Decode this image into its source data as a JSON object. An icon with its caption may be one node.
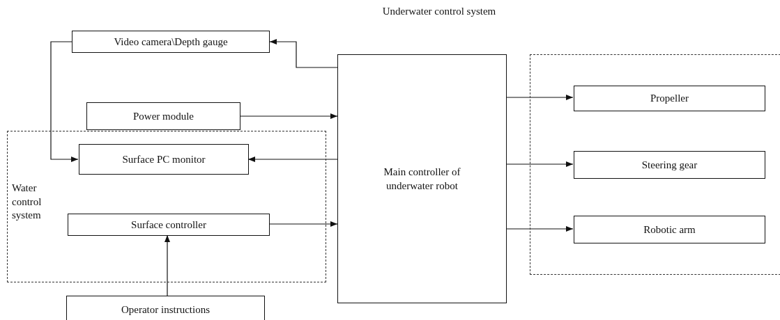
{
  "diagram": {
    "title": "Underwater control system",
    "nodes": [
      {
        "text": [
          "Video camera\\Depth gauge"
        ]
      },
      {
        "text": [
          "Power module"
        ]
      },
      {
        "text": [
          "Water control system"
        ]
      },
      {
        "text": [
          "Surface PC monitor"
        ],
        "in": 2
      },
      {
        "text": [
          "Surface controller"
        ],
        "in": 2
      },
      {
        "text": [
          "Operator instructions"
        ]
      },
      {
        "text": [
          "Main controller of underwater robot"
        ]
      },
      {
        "text": [],
        "shape": "box"
      },
      {
        "text": [
          "Propeller"
        ],
        "in": 7
      },
      {
        "text": [
          "Steering gear"
        ],
        "in": 7
      },
      {
        "text": [
          "Robotic arm"
        ],
        "in": 7
      }
    ],
    "edges": [
      {
        "from": 6,
        "to": 0,
        "arrow": "to"
      },
      {
        "from": 0,
        "to": 3,
        "arrow": "to"
      },
      {
        "from": 1,
        "to": 6,
        "arrow": "to"
      },
      {
        "from": 6,
        "to": 3,
        "arrow": "to"
      },
      {
        "from": 4,
        "to": 6,
        "arrow": "to"
      },
      {
        "from": 5,
        "to": 4,
        "arrow": "to"
      },
      {
        "from": 6,
        "to": 8,
        "arrow": "to"
      },
      {
        "from": 6,
        "to": 9,
        "arrow": "to"
      },
      {
        "from": 6,
        "to": 10,
        "arrow": "to"
      }
    ]
  }
}
